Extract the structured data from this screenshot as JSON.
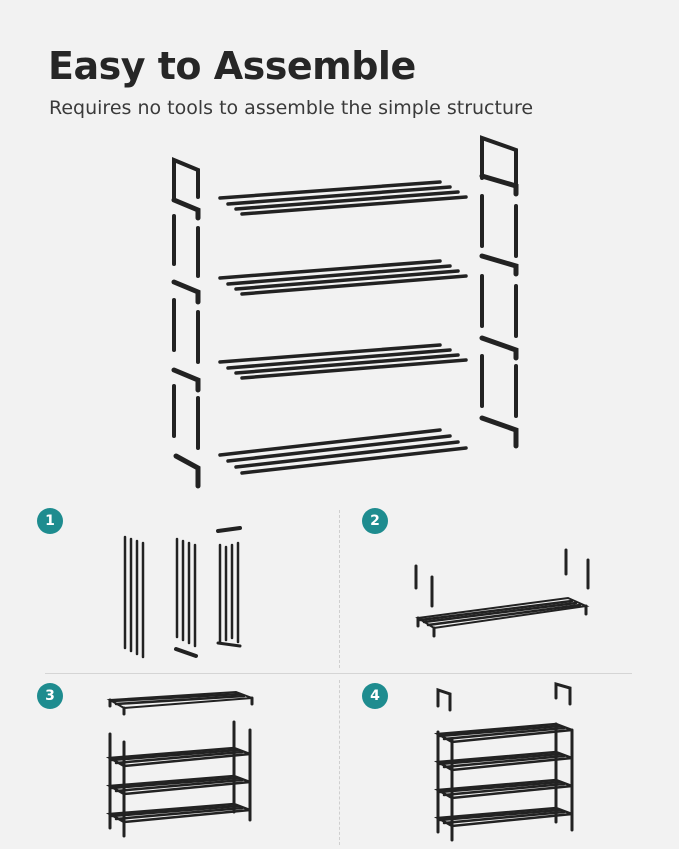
{
  "header": {
    "title": "Easy to Assemble",
    "subtitle": "Requires no tools to assemble the simple structure"
  },
  "steps": [
    {
      "number": "1"
    },
    {
      "number": "2"
    },
    {
      "number": "3"
    },
    {
      "number": "4"
    }
  ],
  "colors": {
    "background": "#f2f2f2",
    "accent": "#1e8c8f",
    "metal": "#222222"
  }
}
